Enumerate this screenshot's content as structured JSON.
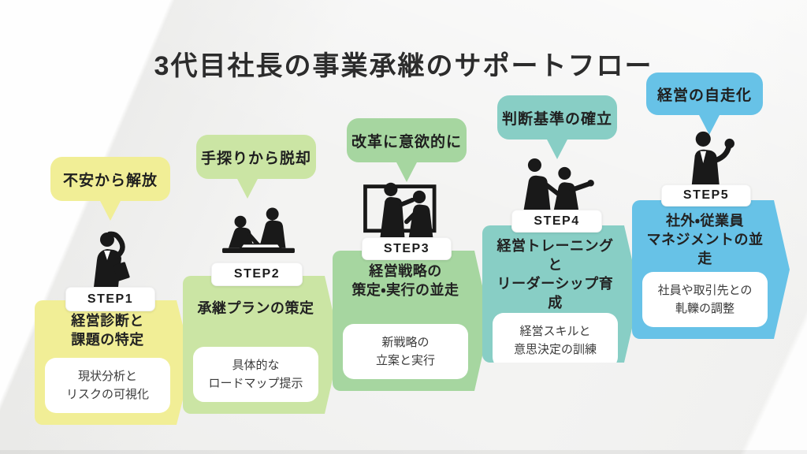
{
  "title": "3代目社長の事業承継のサポートフロー",
  "colors": {
    "background": "#f3f3f2",
    "title_text": "#2c2c2c",
    "silhouette": "#191919",
    "step1": "#f1ee96",
    "step2": "#cbe5a4",
    "step3": "#a6d6a0",
    "step4": "#88cec5",
    "step5": "#67c2e7"
  },
  "steps": [
    {
      "label": "STEP1",
      "bubble": "不安から解放",
      "heading": "経営診断と\n課題の特定",
      "detail": "現状分析と\nリスクの可視化",
      "color": "#f1ee96",
      "figure": "businessman-thinking-with-clipboard"
    },
    {
      "label": "STEP2",
      "bubble": "手探りから脱却",
      "heading": "承継プランの策定",
      "detail": "具体的な\nロードマップ提示",
      "color": "#cbe5a4",
      "figure": "two-businessmen-signing-documents"
    },
    {
      "label": "STEP3",
      "bubble": "改革に意欲的に",
      "heading": "経営戦略の\n策定・実行の並走",
      "detail": "新戦略の\n立案と実行",
      "color": "#a6d6a0",
      "figure": "two-businessmen-whiteboard-discussion"
    },
    {
      "label": "STEP4",
      "bubble": "判断基準の確立",
      "heading": "経営トレーニングと\nリーダーシップ育成",
      "detail": "経営スキルと\n意思決定の訓練",
      "color": "#88cec5",
      "figure": "two-businessmen-pointing-forward"
    },
    {
      "label": "STEP5",
      "bubble": "経営の自走化",
      "heading": "社外・従業員\nマネジメントの並走",
      "detail": "社員や取引先との\n軋轢の調整",
      "color": "#67c2e7",
      "figure": "businessman-raising-fist"
    }
  ]
}
